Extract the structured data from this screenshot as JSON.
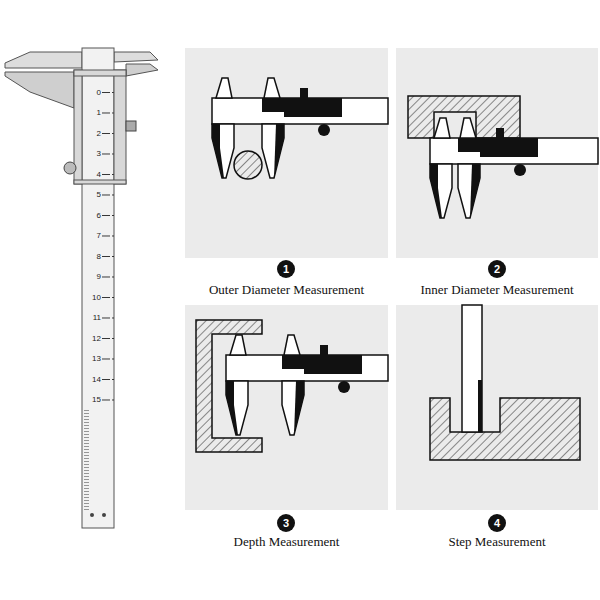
{
  "diagram": {
    "nodes": [
      {
        "text": [
          "Outer Diameter Measurement"
        ]
      },
      {
        "text": [
          "1"
        ]
      },
      {
        "text": [
          "Inner Diameter Measurement"
        ]
      },
      {
        "text": [
          "2"
        ]
      },
      {
        "text": [
          "Depth Measurement"
        ]
      },
      {
        "text": [
          "3"
        ]
      },
      {
        "text": [
          "Step Measurement"
        ]
      },
      {
        "text": [
          "4"
        ]
      }
    ],
    "labels": [
      "0",
      "1",
      "2",
      "3",
      "4",
      "5",
      "6",
      "7",
      "8",
      "9",
      "10",
      "11",
      "12",
      "13",
      "14",
      "15"
    ]
  }
}
